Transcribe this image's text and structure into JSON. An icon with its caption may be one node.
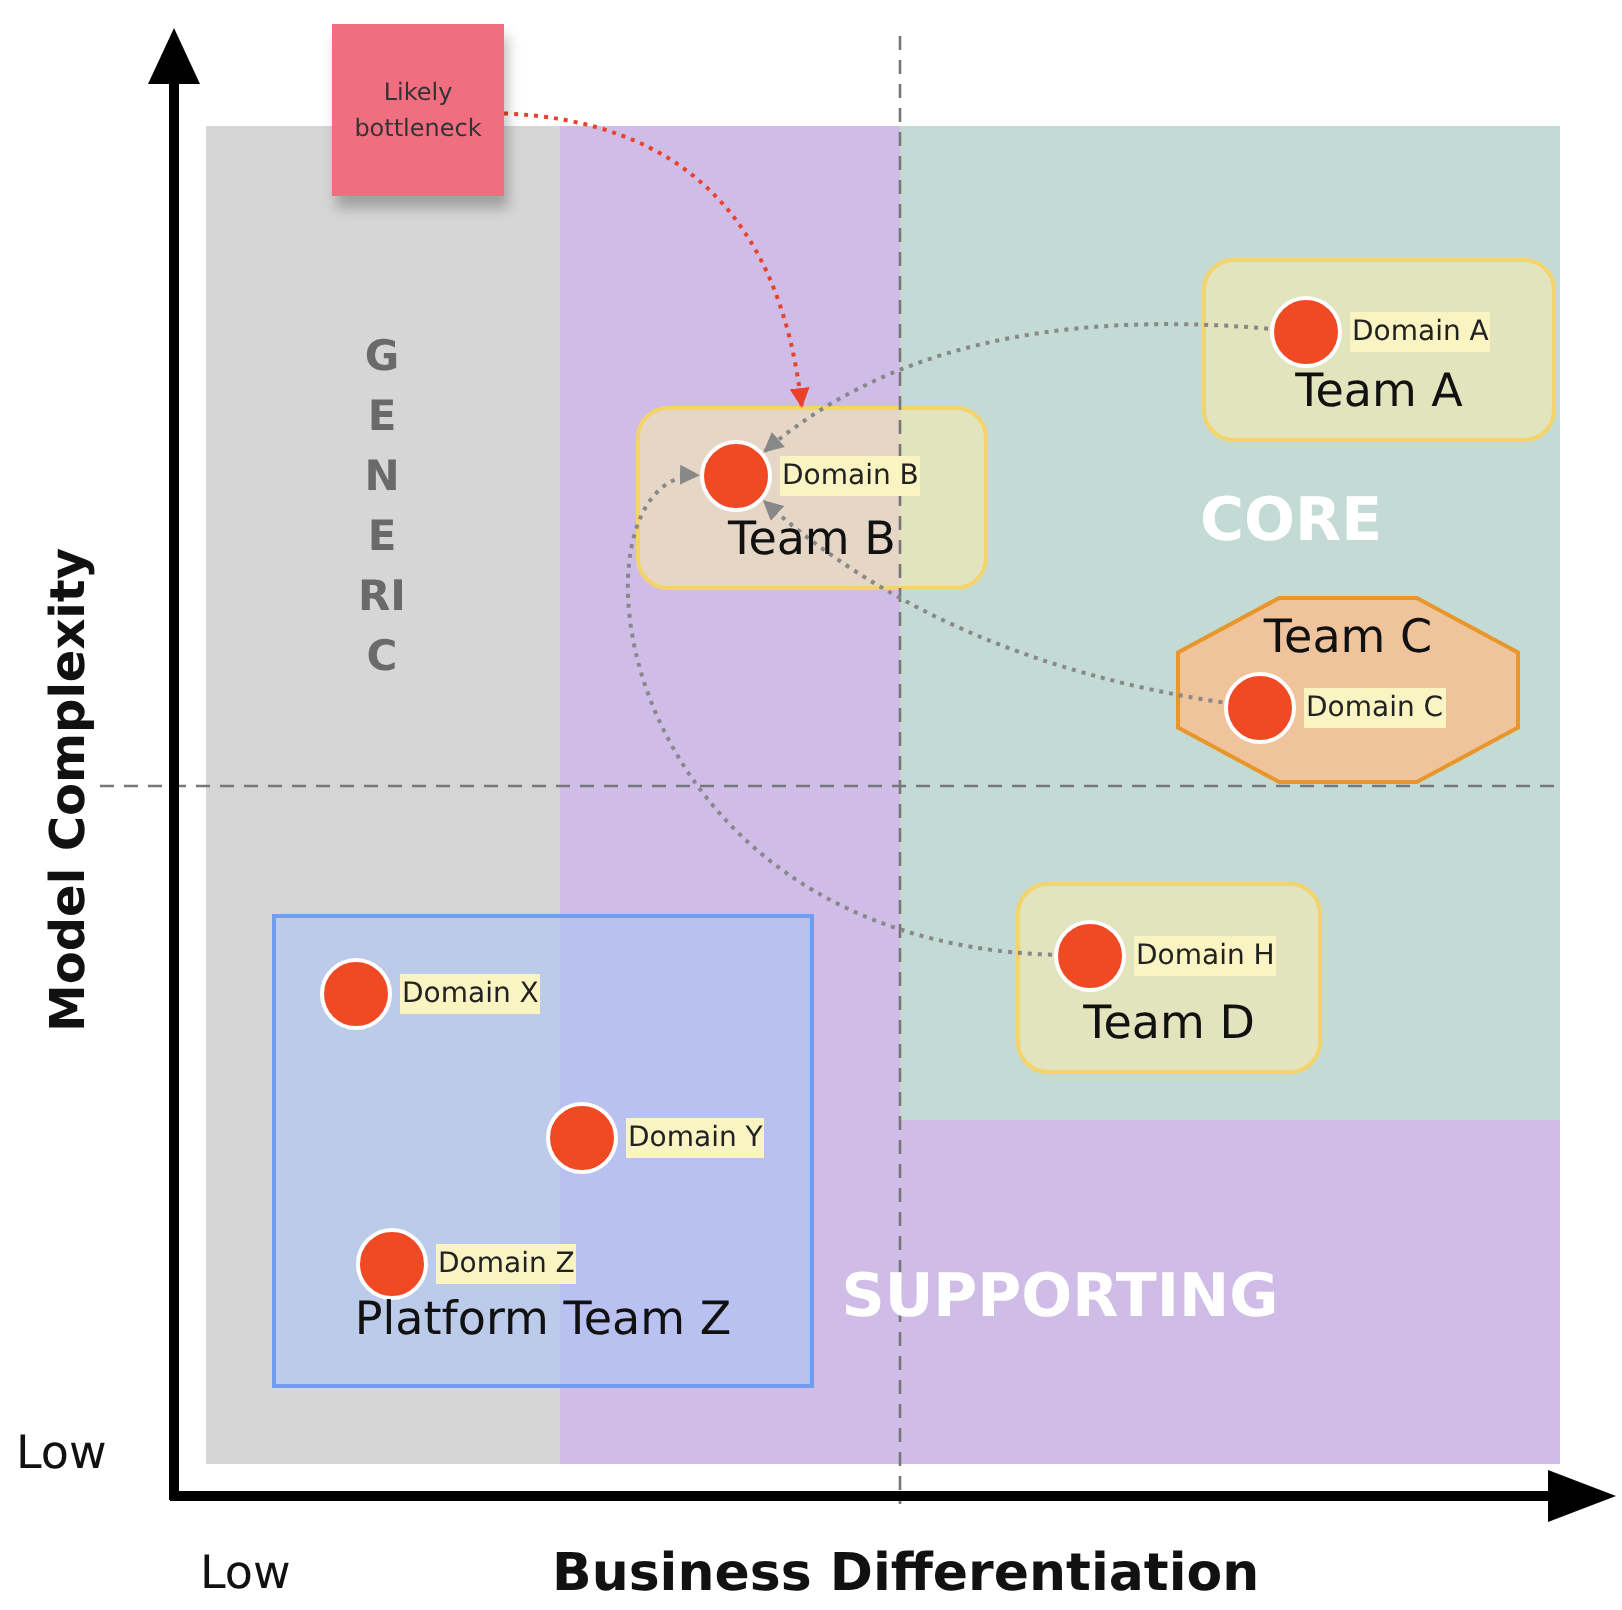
{
  "diagram": {
    "nodes": [
      {
        "text": [
          "Likely bottleneck"
        ]
      },
      {
        "text": [
          "GENERIC"
        ]
      },
      {
        "text": [
          "SUPPORTING"
        ]
      },
      {
        "text": [
          "CORE"
        ],
        "in": 2
      },
      {
        "text": [
          "Team A"
        ],
        "in": 3
      },
      {
        "text": [],
        "shape": "circle",
        "beside": [
          "Domain A"
        ],
        "in": 4
      },
      {
        "text": [
          "Team B"
        ],
        "in": 2
      },
      {
        "text": [],
        "shape": "circle",
        "beside": [
          "Domain B"
        ],
        "in": 6
      },
      {
        "text": [
          "Team C"
        ],
        "in": 3
      },
      {
        "text": [],
        "shape": "circle",
        "beside": [
          "Domain C"
        ],
        "in": 8
      },
      {
        "text": [
          "Team D"
        ],
        "in": 3
      },
      {
        "text": [],
        "shape": "circle",
        "beside": [
          "Domain H"
        ],
        "in": 10
      },
      {
        "text": [
          "Platform Team Z"
        ]
      },
      {
        "text": [],
        "shape": "circle",
        "beside": [
          "Domain X"
        ]
      },
      {
        "text": [],
        "shape": "circle",
        "beside": [
          "Domain Y"
        ],
        "in": 12
      },
      {
        "text": [],
        "shape": "circle",
        "beside": [
          "Domain Z"
        ]
      }
    ],
    "edges": [
      {
        "from": 0,
        "to": 6,
        "arrow": "to",
        "style": "dashed",
        "color": "#e8432a"
      },
      {
        "from": 5,
        "to": 7,
        "arrow": "to",
        "style": "dashed"
      },
      {
        "from": 9,
        "to": 7,
        "arrow": "to",
        "style": "dashed"
      },
      {
        "from": 11,
        "to": 7,
        "arrow": "to",
        "style": "dashed"
      }
    ],
    "labels": [
      "Model Complexity",
      "Low",
      "Low",
      "Business Differentiation"
    ]
  }
}
